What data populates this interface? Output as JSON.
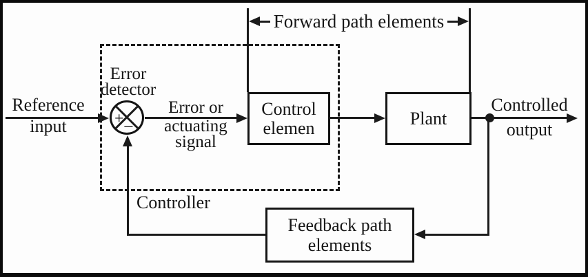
{
  "diagram": {
    "forward_path_label": "Forward path elements",
    "reference_input": {
      "line1": "Reference",
      "line2": "input"
    },
    "error_detector": {
      "line1": "Error",
      "line2": "detector"
    },
    "summing_junction": {
      "plus_sign": "+",
      "minus_sign": "−"
    },
    "error_signal": {
      "line1": "Error or",
      "line2": "actuating",
      "line3": "signal"
    },
    "controller_label": "Controller",
    "blocks": {
      "control_element": {
        "line1": "Control",
        "line2": "elemen"
      },
      "plant": {
        "label": "Plant"
      },
      "feedback_path": {
        "line1": "Feedback path",
        "line2": "elements"
      }
    },
    "controlled_output": {
      "line1": "Controlled",
      "line2": "output"
    },
    "colors": {
      "ink": "#1b1b1b",
      "paper": "#fdfdfd"
    }
  }
}
